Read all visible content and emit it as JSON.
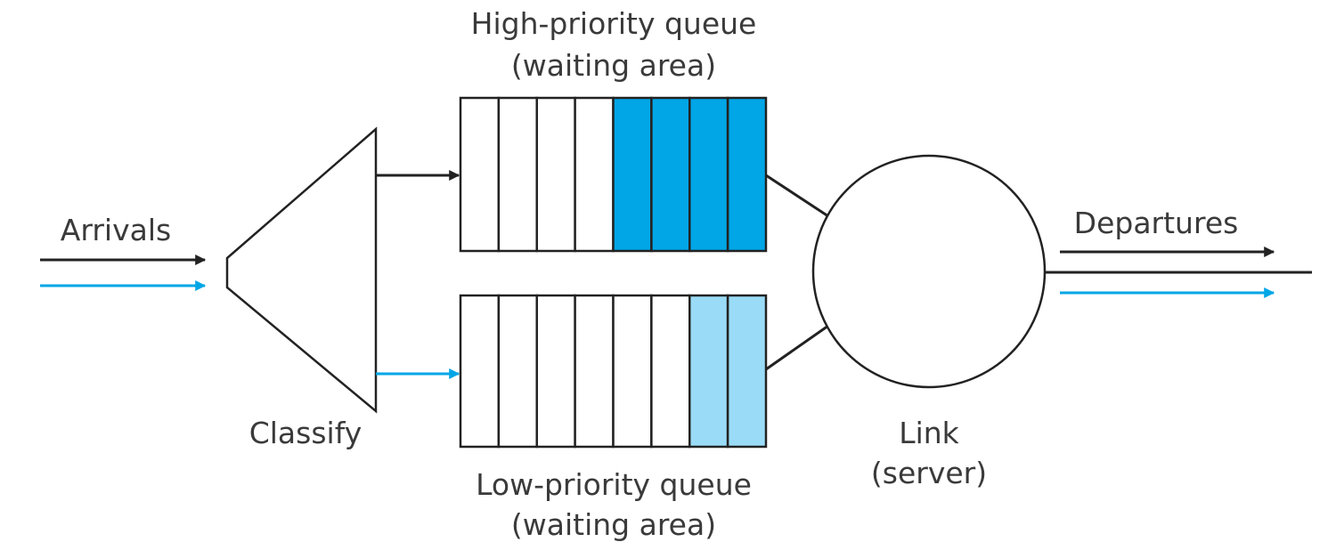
{
  "labels": {
    "arrivals": "Arrivals",
    "classify": "Classify",
    "high_queue_line1": "High-priority queue",
    "high_queue_line2": "(waiting area)",
    "low_queue_line1": "Low-priority queue",
    "low_queue_line2": "(waiting area)",
    "link_line1": "Link",
    "link_line2": "(server)",
    "departures": "Departures"
  },
  "queues": {
    "high": {
      "slots": 8,
      "filled": 4
    },
    "low": {
      "slots": 8,
      "filled": 2
    }
  },
  "colors": {
    "high_priority": "#00a6e6",
    "low_priority": "#9adcf7",
    "line": "#222222",
    "text": "#3a3a3a"
  }
}
